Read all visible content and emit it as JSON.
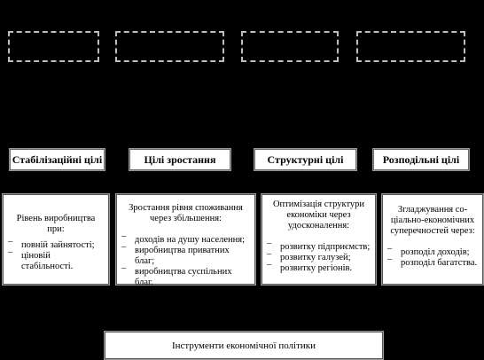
{
  "headers": [
    "Стабілізаційні цілі",
    "Цілі зростання",
    "Структурні цілі",
    "Розподільні цілі"
  ],
  "boxes": [
    {
      "intro": "Рівень виробництва при:",
      "items": [
        "повній зайнятості;",
        "ціновій стабільності."
      ]
    },
    {
      "intro": "Зростання рівня споживання через збільшення:",
      "items": [
        "доходів на душу населення;",
        "виробництва приватних благ;",
        "виробництва суспільних благ."
      ]
    },
    {
      "intro": "Оптимізація структури економіки через удосконалення:",
      "items": [
        "розвитку підприємств;",
        "розвитку галузей;",
        "розвитку регіонів."
      ]
    },
    {
      "intro": "Згладжування со-ціально-економічних суперечностей через:",
      "items": [
        "розподіл доходів;",
        "розподіл багатства."
      ]
    }
  ],
  "footer": "Інструменти економічної політики"
}
